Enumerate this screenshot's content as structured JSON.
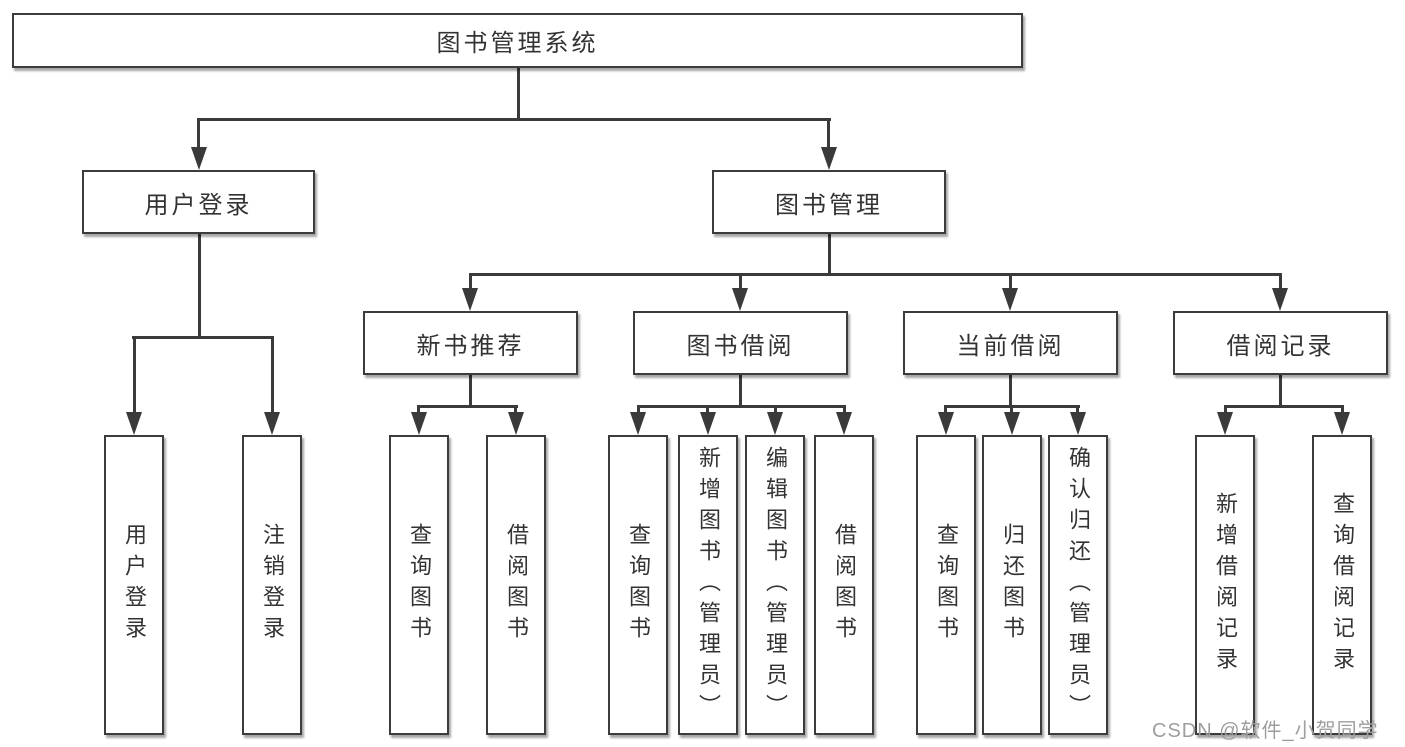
{
  "diagram_title": "图书管理系统",
  "tree": {
    "label": "图书管理系统",
    "children": [
      {
        "label": "用户登录",
        "children": [
          {
            "label": "用户登录"
          },
          {
            "label": "注销登录"
          }
        ]
      },
      {
        "label": "图书管理",
        "children": [
          {
            "label": "新书推荐",
            "children": [
              {
                "label": "查询图书"
              },
              {
                "label": "借阅图书"
              }
            ]
          },
          {
            "label": "图书借阅",
            "children": [
              {
                "label": "查询图书"
              },
              {
                "label": "新增图书（管理员）"
              },
              {
                "label": "编辑图书（管理员）"
              },
              {
                "label": "借阅图书"
              }
            ]
          },
          {
            "label": "当前借阅",
            "children": [
              {
                "label": "查询图书"
              },
              {
                "label": "归还图书"
              },
              {
                "label": "确认归还（管理员）"
              }
            ]
          },
          {
            "label": "借阅记录",
            "children": [
              {
                "label": "新增借阅记录"
              },
              {
                "label": "查询借阅记录"
              }
            ]
          }
        ]
      }
    ]
  },
  "watermark": {
    "text": "CSDN @软件_小贺同学",
    "color": "#9e9e9e"
  },
  "colors": {
    "line": "#3a3a3a",
    "box_border": "#3c3c3c",
    "box_background": "#ffffff",
    "text": "#333333"
  }
}
